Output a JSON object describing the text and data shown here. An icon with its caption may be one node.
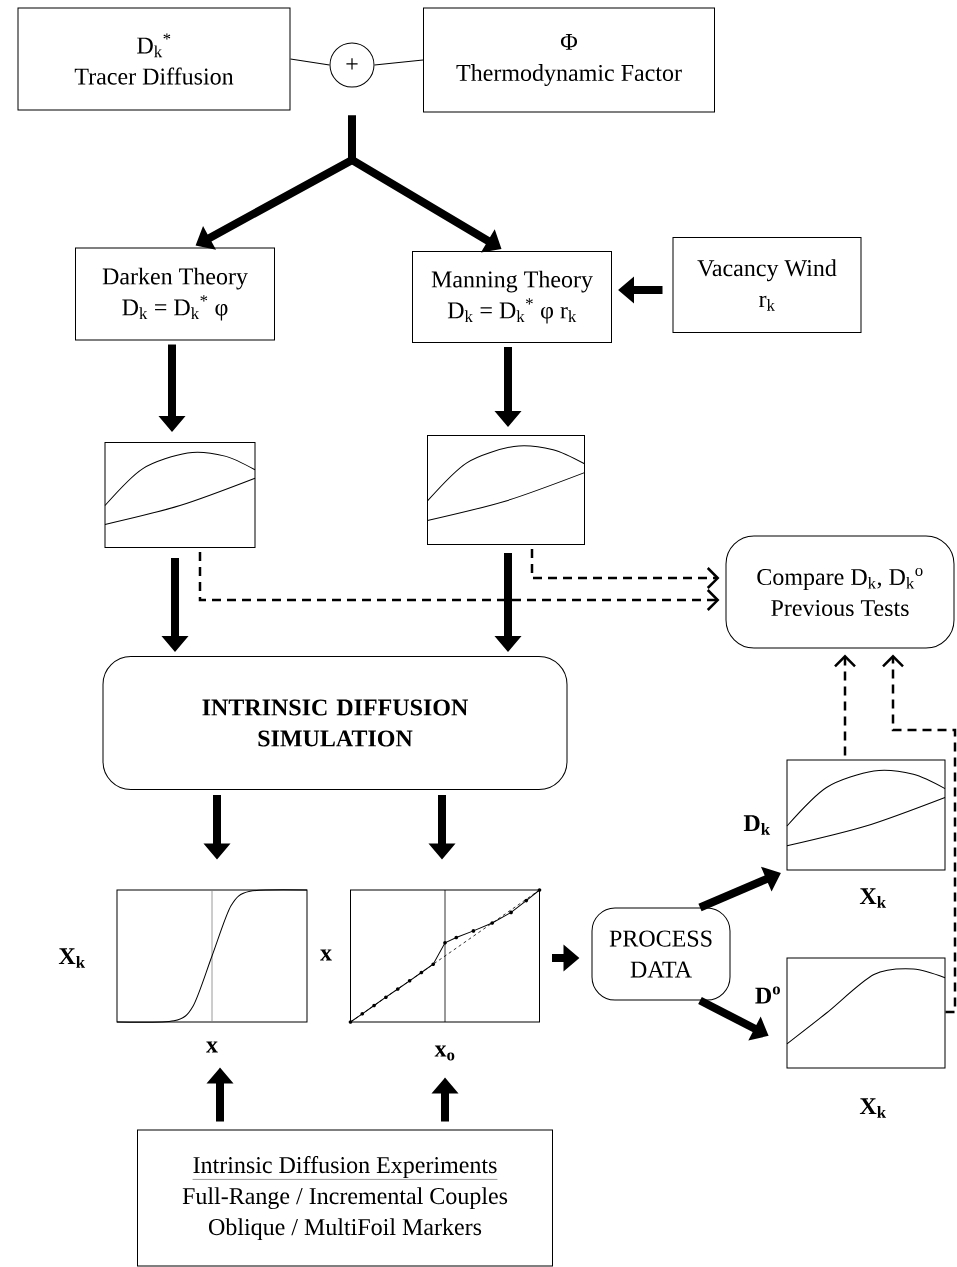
{
  "diagram": {
    "nodes": [
      {
        "text": [
          "D$_{k}$$^{*}$",
          "Tracer Diffusion"
        ]
      },
      {
        "text": [
          "+"
        ]
      },
      {
        "text": [
          "Φ",
          "Thermodynamic Factor"
        ]
      },
      {
        "text": [
          "Darken Theory",
          "D$_{k}$ = D$_{k}$$^{*}$ φ"
        ]
      },
      {
        "text": [
          "Manning Theory",
          "D$_{k}$ = D$_{k}$$^{*}$ φ  r$_{k}$"
        ]
      },
      {
        "text": [
          "Vacancy Wind",
          "r$_{k}$"
        ]
      },
      {
        "text": [],
        "shape": "plot"
      },
      {
        "text": [],
        "shape": "plot"
      },
      {
        "text": [
          "Compare D$_{k}$, D$_{k}$$^{o}$",
          "Previous Tests"
        ]
      },
      {
        "text": [
          "INTRINSIC DIFFUSION SIMULATION"
        ]
      },
      {
        "text": [],
        "shape": "plot",
        "beside": [
          "X$_{k}$",
          "x"
        ]
      },
      {
        "text": [],
        "shape": "plot",
        "beside": [
          "x",
          "x$_{o}$"
        ]
      },
      {
        "text": [
          "PROCESS DATA"
        ]
      },
      {
        "text": [],
        "shape": "plot",
        "beside": [
          "D$_{k}$",
          "X$_{k}$"
        ]
      },
      {
        "text": [],
        "shape": "plot",
        "beside": [
          "D$^{o}$",
          "X$_{k}$"
        ]
      },
      {
        "text": [
          "Intrinsic Diffusion Experiments",
          "Full-Range / Incremental Couples",
          "Oblique / MultiFoil Markers"
        ]
      }
    ],
    "edges": [
      {
        "from": 0,
        "to": 1,
        "arrow": "none"
      },
      {
        "from": 2,
        "to": 1,
        "arrow": "none"
      },
      {
        "from": 1,
        "to": 3,
        "arrow": "to"
      },
      {
        "from": 1,
        "to": 4,
        "arrow": "to"
      },
      {
        "from": 5,
        "to": 4,
        "arrow": "to"
      },
      {
        "from": 3,
        "to": 6,
        "arrow": "to"
      },
      {
        "from": 4,
        "to": 7,
        "arrow": "to"
      },
      {
        "from": 6,
        "to": 9,
        "arrow": "to"
      },
      {
        "from": 7,
        "to": 9,
        "arrow": "to"
      },
      {
        "from": 6,
        "to": 8,
        "arrow": "to",
        "style": "dashed"
      },
      {
        "from": 7,
        "to": 8,
        "arrow": "to",
        "style": "dashed"
      },
      {
        "from": 9,
        "to": 10,
        "arrow": "to"
      },
      {
        "from": 9,
        "to": 11,
        "arrow": "to"
      },
      {
        "from": 11,
        "to": 12,
        "arrow": "to"
      },
      {
        "from": 12,
        "to": 13,
        "arrow": "to"
      },
      {
        "from": 12,
        "to": 14,
        "arrow": "to"
      },
      {
        "from": 13,
        "to": 8,
        "arrow": "to",
        "style": "dashed"
      },
      {
        "from": 14,
        "to": 8,
        "arrow": "to",
        "style": "dashed"
      },
      {
        "from": 15,
        "to": 10,
        "arrow": "to"
      },
      {
        "from": 15,
        "to": 11,
        "arrow": "to"
      }
    ]
  }
}
